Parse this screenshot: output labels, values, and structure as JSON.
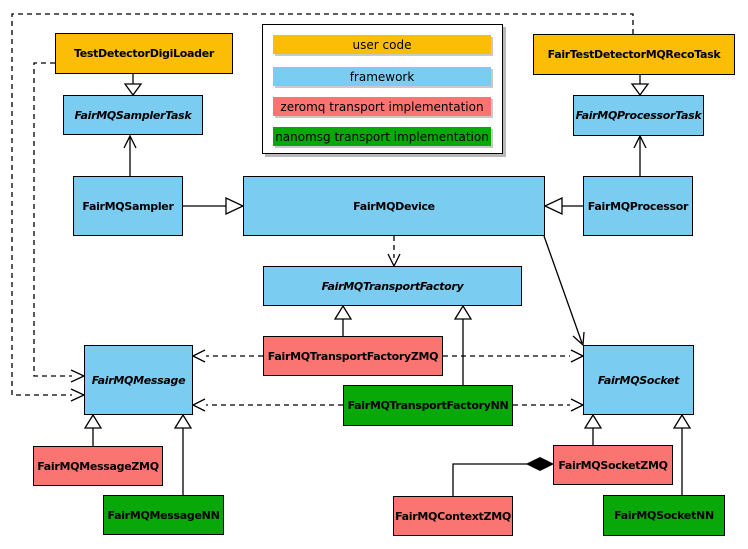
{
  "legend": {
    "items": [
      {
        "label": "user code",
        "color": "#FBBD05"
      },
      {
        "label": "framework",
        "color": "#7BCCF1"
      },
      {
        "label": "zeromq transport implementation",
        "color": "#FA7572"
      },
      {
        "label": "nanomsg transport implementation",
        "color": "#07A807"
      }
    ]
  },
  "colors": {
    "user_code": "#FBBD05",
    "framework": "#7BCCF1",
    "zeromq": "#FA7572",
    "nanomsg": "#07A807",
    "line": "#000000",
    "background": "#ffffff"
  },
  "nodes": {
    "digiLoader": {
      "label": "TestDetectorDigiLoader",
      "category": "user code"
    },
    "samplerTask": {
      "label": "FairMQSamplerTask",
      "category": "framework",
      "abstract": true
    },
    "recoTask": {
      "label": "FairTestDetectorMQRecoTask",
      "category": "user code"
    },
    "processorTask": {
      "label": "FairMQProcessorTask",
      "category": "framework",
      "abstract": true
    },
    "sampler": {
      "label": "FairMQSampler",
      "category": "framework"
    },
    "device": {
      "label": "FairMQDevice",
      "category": "framework"
    },
    "processor": {
      "label": "FairMQProcessor",
      "category": "framework"
    },
    "transportFactory": {
      "label": "FairMQTransportFactory",
      "category": "framework",
      "abstract": true
    },
    "transportFactoryZMQ": {
      "label": "FairMQTransportFactoryZMQ",
      "category": "zeromq"
    },
    "transportFactoryNN": {
      "label": "FairMQTransportFactoryNN",
      "category": "nanomsg"
    },
    "message": {
      "label": "FairMQMessage",
      "category": "framework",
      "abstract": true
    },
    "socket": {
      "label": "FairMQSocket",
      "category": "framework",
      "abstract": true
    },
    "messageZMQ": {
      "label": "FairMQMessageZMQ",
      "category": "zeromq"
    },
    "messageNN": {
      "label": "FairMQMessageNN",
      "category": "nanomsg"
    },
    "socketZMQ": {
      "label": "FairMQSocketZMQ",
      "category": "zeromq"
    },
    "contextZMQ": {
      "label": "FairMQContextZMQ",
      "category": "zeromq"
    },
    "socketNN": {
      "label": "FairMQSocketNN",
      "category": "nanomsg"
    }
  },
  "edges": [
    {
      "from": "digiLoader",
      "to": "samplerTask",
      "kind": "inheritance",
      "style": "solid-hollow-triangle"
    },
    {
      "from": "sampler",
      "to": "samplerTask",
      "kind": "association",
      "style": "solid-open-arrow"
    },
    {
      "from": "recoTask",
      "to": "processorTask",
      "kind": "inheritance",
      "style": "solid-hollow-triangle"
    },
    {
      "from": "processor",
      "to": "processorTask",
      "kind": "association",
      "style": "solid-open-arrow"
    },
    {
      "from": "sampler",
      "to": "device",
      "kind": "inheritance",
      "style": "solid-hollow-triangle"
    },
    {
      "from": "processor",
      "to": "device",
      "kind": "inheritance",
      "style": "solid-hollow-triangle"
    },
    {
      "from": "device",
      "to": "transportFactory",
      "kind": "dependency",
      "style": "dashed-open-arrow"
    },
    {
      "from": "device",
      "to": "socket",
      "kind": "association",
      "style": "solid-open-arrow"
    },
    {
      "from": "transportFactoryZMQ",
      "to": "transportFactory",
      "kind": "inheritance",
      "style": "solid-hollow-triangle"
    },
    {
      "from": "transportFactoryNN",
      "to": "transportFactory",
      "kind": "inheritance",
      "style": "solid-hollow-triangle"
    },
    {
      "from": "transportFactoryZMQ",
      "to": "message",
      "kind": "dependency",
      "style": "dashed-open-arrow"
    },
    {
      "from": "transportFactoryZMQ",
      "to": "socket",
      "kind": "dependency",
      "style": "dashed-open-arrow"
    },
    {
      "from": "transportFactoryNN",
      "to": "message",
      "kind": "dependency",
      "style": "dashed-open-arrow"
    },
    {
      "from": "transportFactoryNN",
      "to": "socket",
      "kind": "dependency",
      "style": "dashed-open-arrow"
    },
    {
      "from": "messageZMQ",
      "to": "message",
      "kind": "inheritance",
      "style": "solid-hollow-triangle"
    },
    {
      "from": "messageNN",
      "to": "message",
      "kind": "inheritance",
      "style": "solid-hollow-triangle"
    },
    {
      "from": "socketZMQ",
      "to": "socket",
      "kind": "inheritance",
      "style": "solid-hollow-triangle"
    },
    {
      "from": "socketNN",
      "to": "socket",
      "kind": "inheritance",
      "style": "solid-hollow-triangle"
    },
    {
      "from": "contextZMQ",
      "to": "socketZMQ",
      "kind": "composition",
      "style": "solid-filled-diamond"
    },
    {
      "from": "digiLoader",
      "to": "message",
      "kind": "dependency",
      "style": "dashed-open-arrow"
    },
    {
      "from": "recoTask",
      "to": "message",
      "kind": "dependency",
      "style": "dashed-open-arrow"
    }
  ]
}
